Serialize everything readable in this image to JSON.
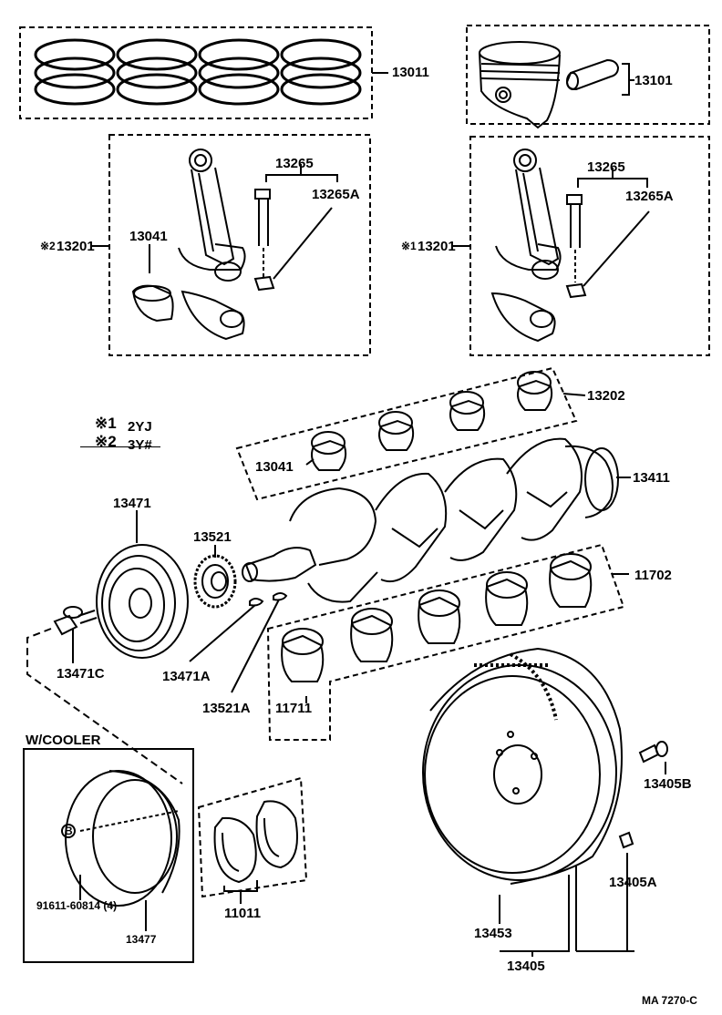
{
  "diagram": {
    "part_numbers": {
      "piston_ring_set": "13011",
      "piston_pin": "13101",
      "conrod_bolt_nut_set": "13265",
      "conrod_nut": "13265A",
      "conrod_assy_left": "13201",
      "conrod_assy_right": "13201",
      "conrod_bearing_left": "13041",
      "conrod_bearing_lower": "13041",
      "crankshaft_bearing_upper": "13202",
      "crankshaft": "13411",
      "crankshaft_bearing_lower": "11702",
      "crank_pulley": "13471",
      "crank_timing_gear": "13521",
      "pulley_bolt": "13471C",
      "pulley_key": "13471A",
      "gear_key": "13521A",
      "thrust_bearing": "11711",
      "flywheel_bolt": "13405B",
      "flywheel_pin": "13405A",
      "ring_gear": "13453",
      "flywheel_assy": "13405",
      "thrust_washer_set": "11011",
      "cooler_pulley_bolt": "91611-60814 (4)",
      "cooler_pulley": "13477"
    },
    "markers": {
      "left_conrod": "※2",
      "right_conrod": "※1",
      "bolt_circle": "B"
    },
    "legend": {
      "line1_mark": "※1",
      "line1_text": "2YJ",
      "line2_mark": "※2",
      "line2_text": "3Y#"
    },
    "cooler_box_title": "W/COOLER",
    "drawing_code": "MA 7270-C"
  }
}
